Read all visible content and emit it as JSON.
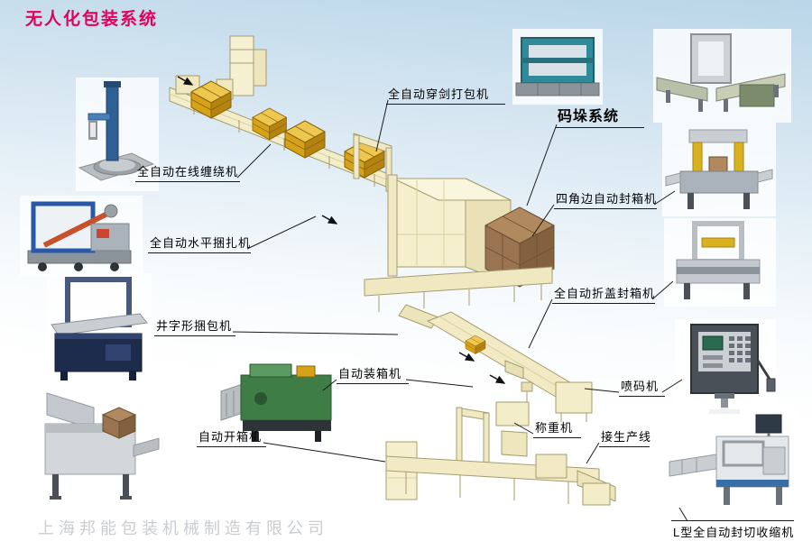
{
  "header": {
    "title": "无人化包装系统"
  },
  "footer": {
    "watermark": "上海邦能包装机械制造有限公司"
  },
  "labels": {
    "strap_sword": "全自动穿剑打包机",
    "palletize": "码垛系统",
    "inline_wrap": "全自动在线缠绕机",
    "corner_seal": "四角边自动封箱机",
    "horizontal_strap": "全自动水平捆扎机",
    "flap_seal": "全自动折盖封箱机",
    "cross_strap": "井字形捆包机",
    "case_pack": "自动装箱机",
    "inkjet": "喷码机",
    "case_open": "自动开箱机",
    "weigh": "称重机",
    "to_line": "接生产线",
    "l_sealer": "L型全自动封切收缩机"
  },
  "colors": {
    "title": "#e5005a",
    "background_top": "#b9d6e8",
    "leader_line": "#1a1a1a",
    "carton_gold": "#d6a21a",
    "machine_beige": "#f3edca",
    "pallet_brown": "#9a7450",
    "watermark": "#c9cdd1"
  }
}
